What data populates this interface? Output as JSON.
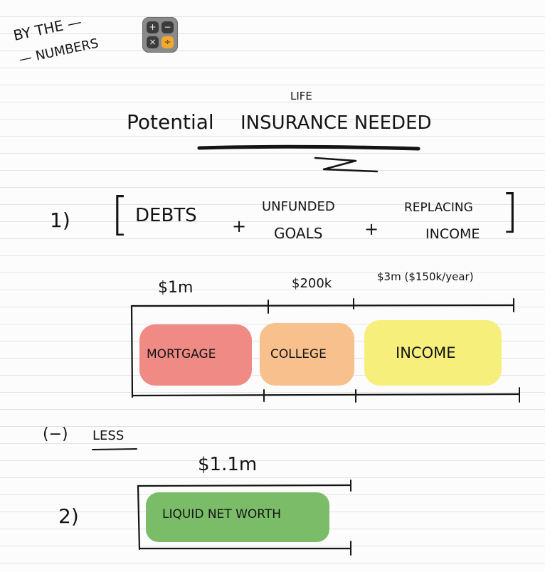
{
  "header": {
    "line1": "By the —",
    "line2": "— Numbers"
  },
  "title": {
    "superscript": "Life",
    "main_left": "Potential",
    "main_right": "Insurance Needed"
  },
  "formula": {
    "step1_number": "1)",
    "open_bracket": "[",
    "term1": "Debts",
    "plus1": "+",
    "term2_line1": "Unfunded",
    "term2_line2": "Goals",
    "plus2": "+",
    "term3_line1": "Replacing",
    "term3_line2": "Income",
    "close_bracket": "]"
  },
  "amounts": {
    "debts": "$1m",
    "goals": "$200k",
    "income": "$3m ($150k/year)",
    "net_worth": "$1.1m"
  },
  "boxes": {
    "mortgage": "Mortgage",
    "college": "College",
    "income": "Income",
    "liquid_net_worth": "Liquid Net Worth"
  },
  "less": {
    "symbol": "(−)",
    "label": "Less"
  },
  "step2_number": "2)",
  "colors": {
    "mortgage": "#ef8a85",
    "college": "#f7c08d",
    "income": "#f6ef7c",
    "liquid_net_worth": "#7bbc69",
    "ink": "#141414",
    "calculator": "#8a8a8a",
    "calculator_accent": "#f0a830"
  },
  "icons": {
    "calculator": "calculator-icon",
    "calculator_keys": [
      "+",
      "−",
      "×",
      "÷"
    ]
  }
}
